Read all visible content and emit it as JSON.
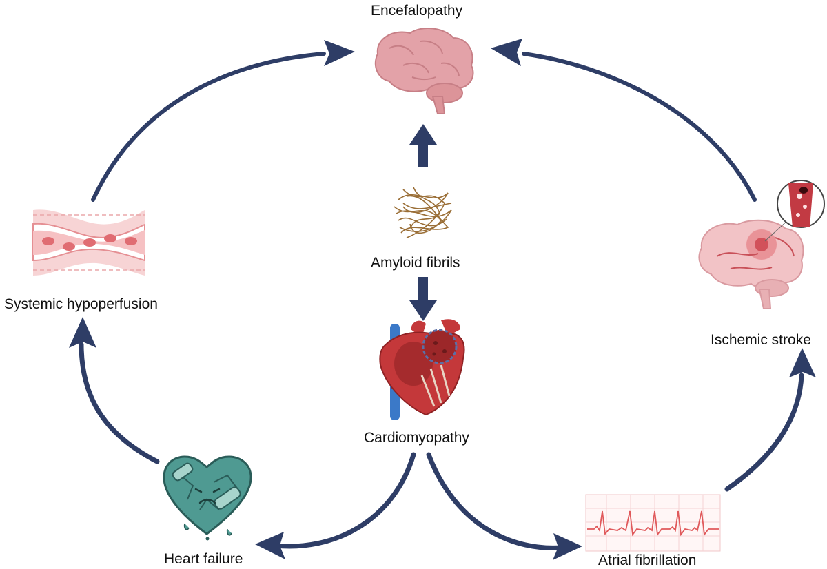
{
  "nodes": {
    "encephalopathy": "Encefalopathy",
    "amyloid": "Amyloid fibrils",
    "cardiomyopathy": "Cardiomyopathy",
    "hypoperfusion": "Systemic hypoperfusion",
    "stroke": "Ischemic stroke",
    "heart_failure": "Heart failure",
    "afib": "Atrial fibrillation"
  },
  "colors": {
    "arrow": "#2e3d66",
    "brain": "#e3a2a8",
    "heart_failure": "#4f9a92",
    "vessel": "#f1a8aa",
    "ecg": "#e0595b",
    "fibrils": "#9a6e36",
    "heart": "#c4383a",
    "vein": "#3b79c8"
  },
  "icons": [
    "brain-icon",
    "amyloid-fibrils-icon",
    "heart-icon",
    "blood-vessel-icon",
    "stroke-brain-icon",
    "broken-heart-icon",
    "ecg-icon"
  ]
}
